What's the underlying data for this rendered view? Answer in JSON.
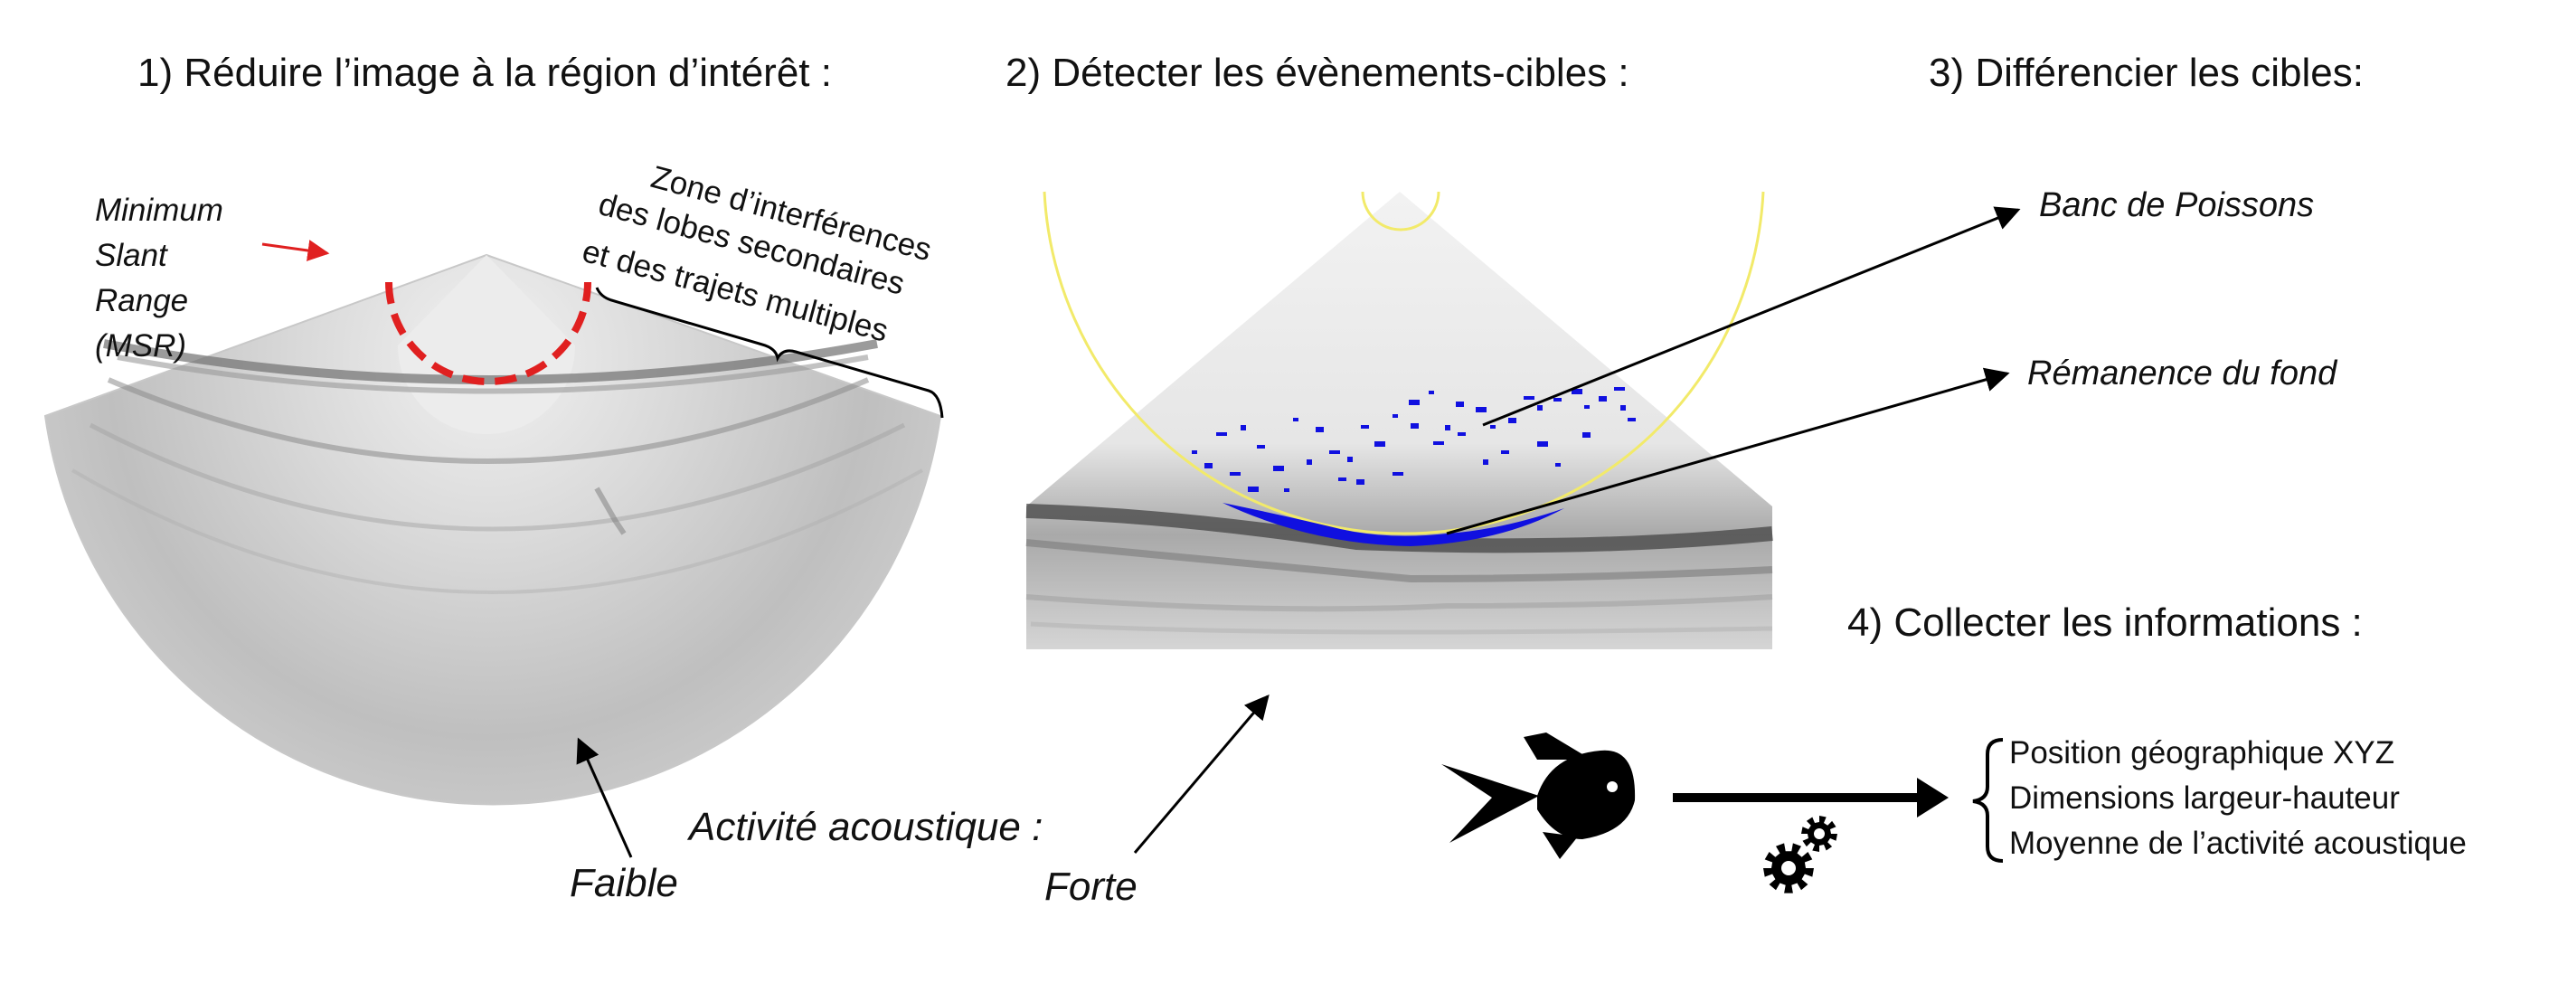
{
  "steps": {
    "step1": "1) Réduire l’image à la région d’intérêt :",
    "step2": "2) Détecter les évènements-cibles :",
    "step3": "3) Différencier les cibles:",
    "step4": "4) Collecter les informations :"
  },
  "msr": {
    "line1": "Minimum",
    "line2": "Slant",
    "line3": "Range",
    "line4": "(MSR)"
  },
  "zone": {
    "line1": "Zone d’interférences",
    "line2": "des lobes secondaires",
    "line3": "et des trajets multiples"
  },
  "targets": {
    "fish_school": "Banc de Poissons",
    "bottom_remanence": "Rémanence du fond"
  },
  "activity": {
    "title": "Activité acoustique :",
    "low": "Faible",
    "high": "Forte"
  },
  "info": {
    "items": [
      "Position géographique XYZ",
      "Dimensions largeur-hauteur",
      "Moyenne de l’activité acoustique"
    ]
  },
  "colors": {
    "msr_arc": "#e02020",
    "detection_circle": "#f2ea6a",
    "detections": "#1010e0",
    "icons": "#000000"
  },
  "icons": {
    "fish": "fish-icon",
    "gears": "gears-icon"
  }
}
